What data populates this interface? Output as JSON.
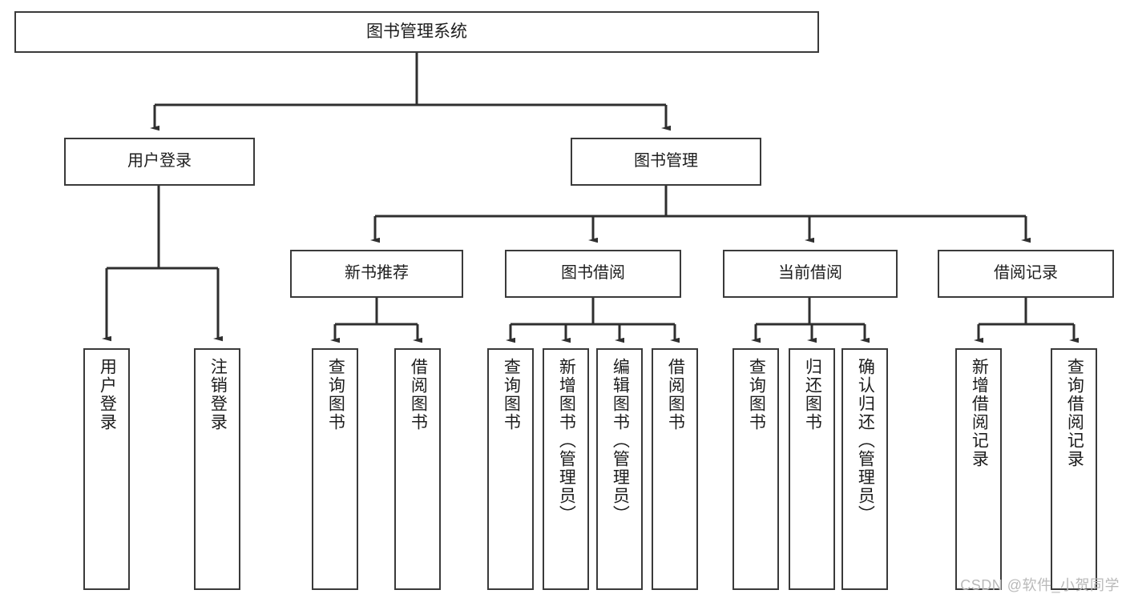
{
  "diagram": {
    "title": "图书管理系统",
    "type": "tree-hierarchy",
    "root": {
      "label": "图书管理系统"
    },
    "level2": [
      {
        "label": "用户登录"
      },
      {
        "label": "图书管理"
      }
    ],
    "level3": [
      {
        "label": "新书推荐"
      },
      {
        "label": "图书借阅"
      },
      {
        "label": "当前借阅"
      },
      {
        "label": "借阅记录"
      }
    ],
    "leaves": {
      "user_login": [
        {
          "label": "用户登录"
        },
        {
          "label": "注销登录"
        }
      ],
      "new_book_recommend": [
        {
          "label": "查询图书"
        },
        {
          "label": "借阅图书"
        }
      ],
      "book_borrow": [
        {
          "label": "查询图书"
        },
        {
          "label": "新增图书（管理员）"
        },
        {
          "label": "编辑图书（管理员）"
        },
        {
          "label": "借阅图书"
        }
      ],
      "current_borrow": [
        {
          "label": "查询图书"
        },
        {
          "label": "归还图书"
        },
        {
          "label": "确认归还（管理员）"
        }
      ],
      "borrow_record": [
        {
          "label": "新增借阅记录"
        },
        {
          "label": "查询借阅记录"
        }
      ]
    },
    "watermark": "CSDN @软件_小贺同学",
    "colors": {
      "box_border": "#3a3a3a",
      "box_fill": "#ffffff",
      "connector": "#2f2f2f",
      "text": "#1d1d1d",
      "watermark": "#b9b9b9",
      "background": "#ffffff"
    }
  }
}
